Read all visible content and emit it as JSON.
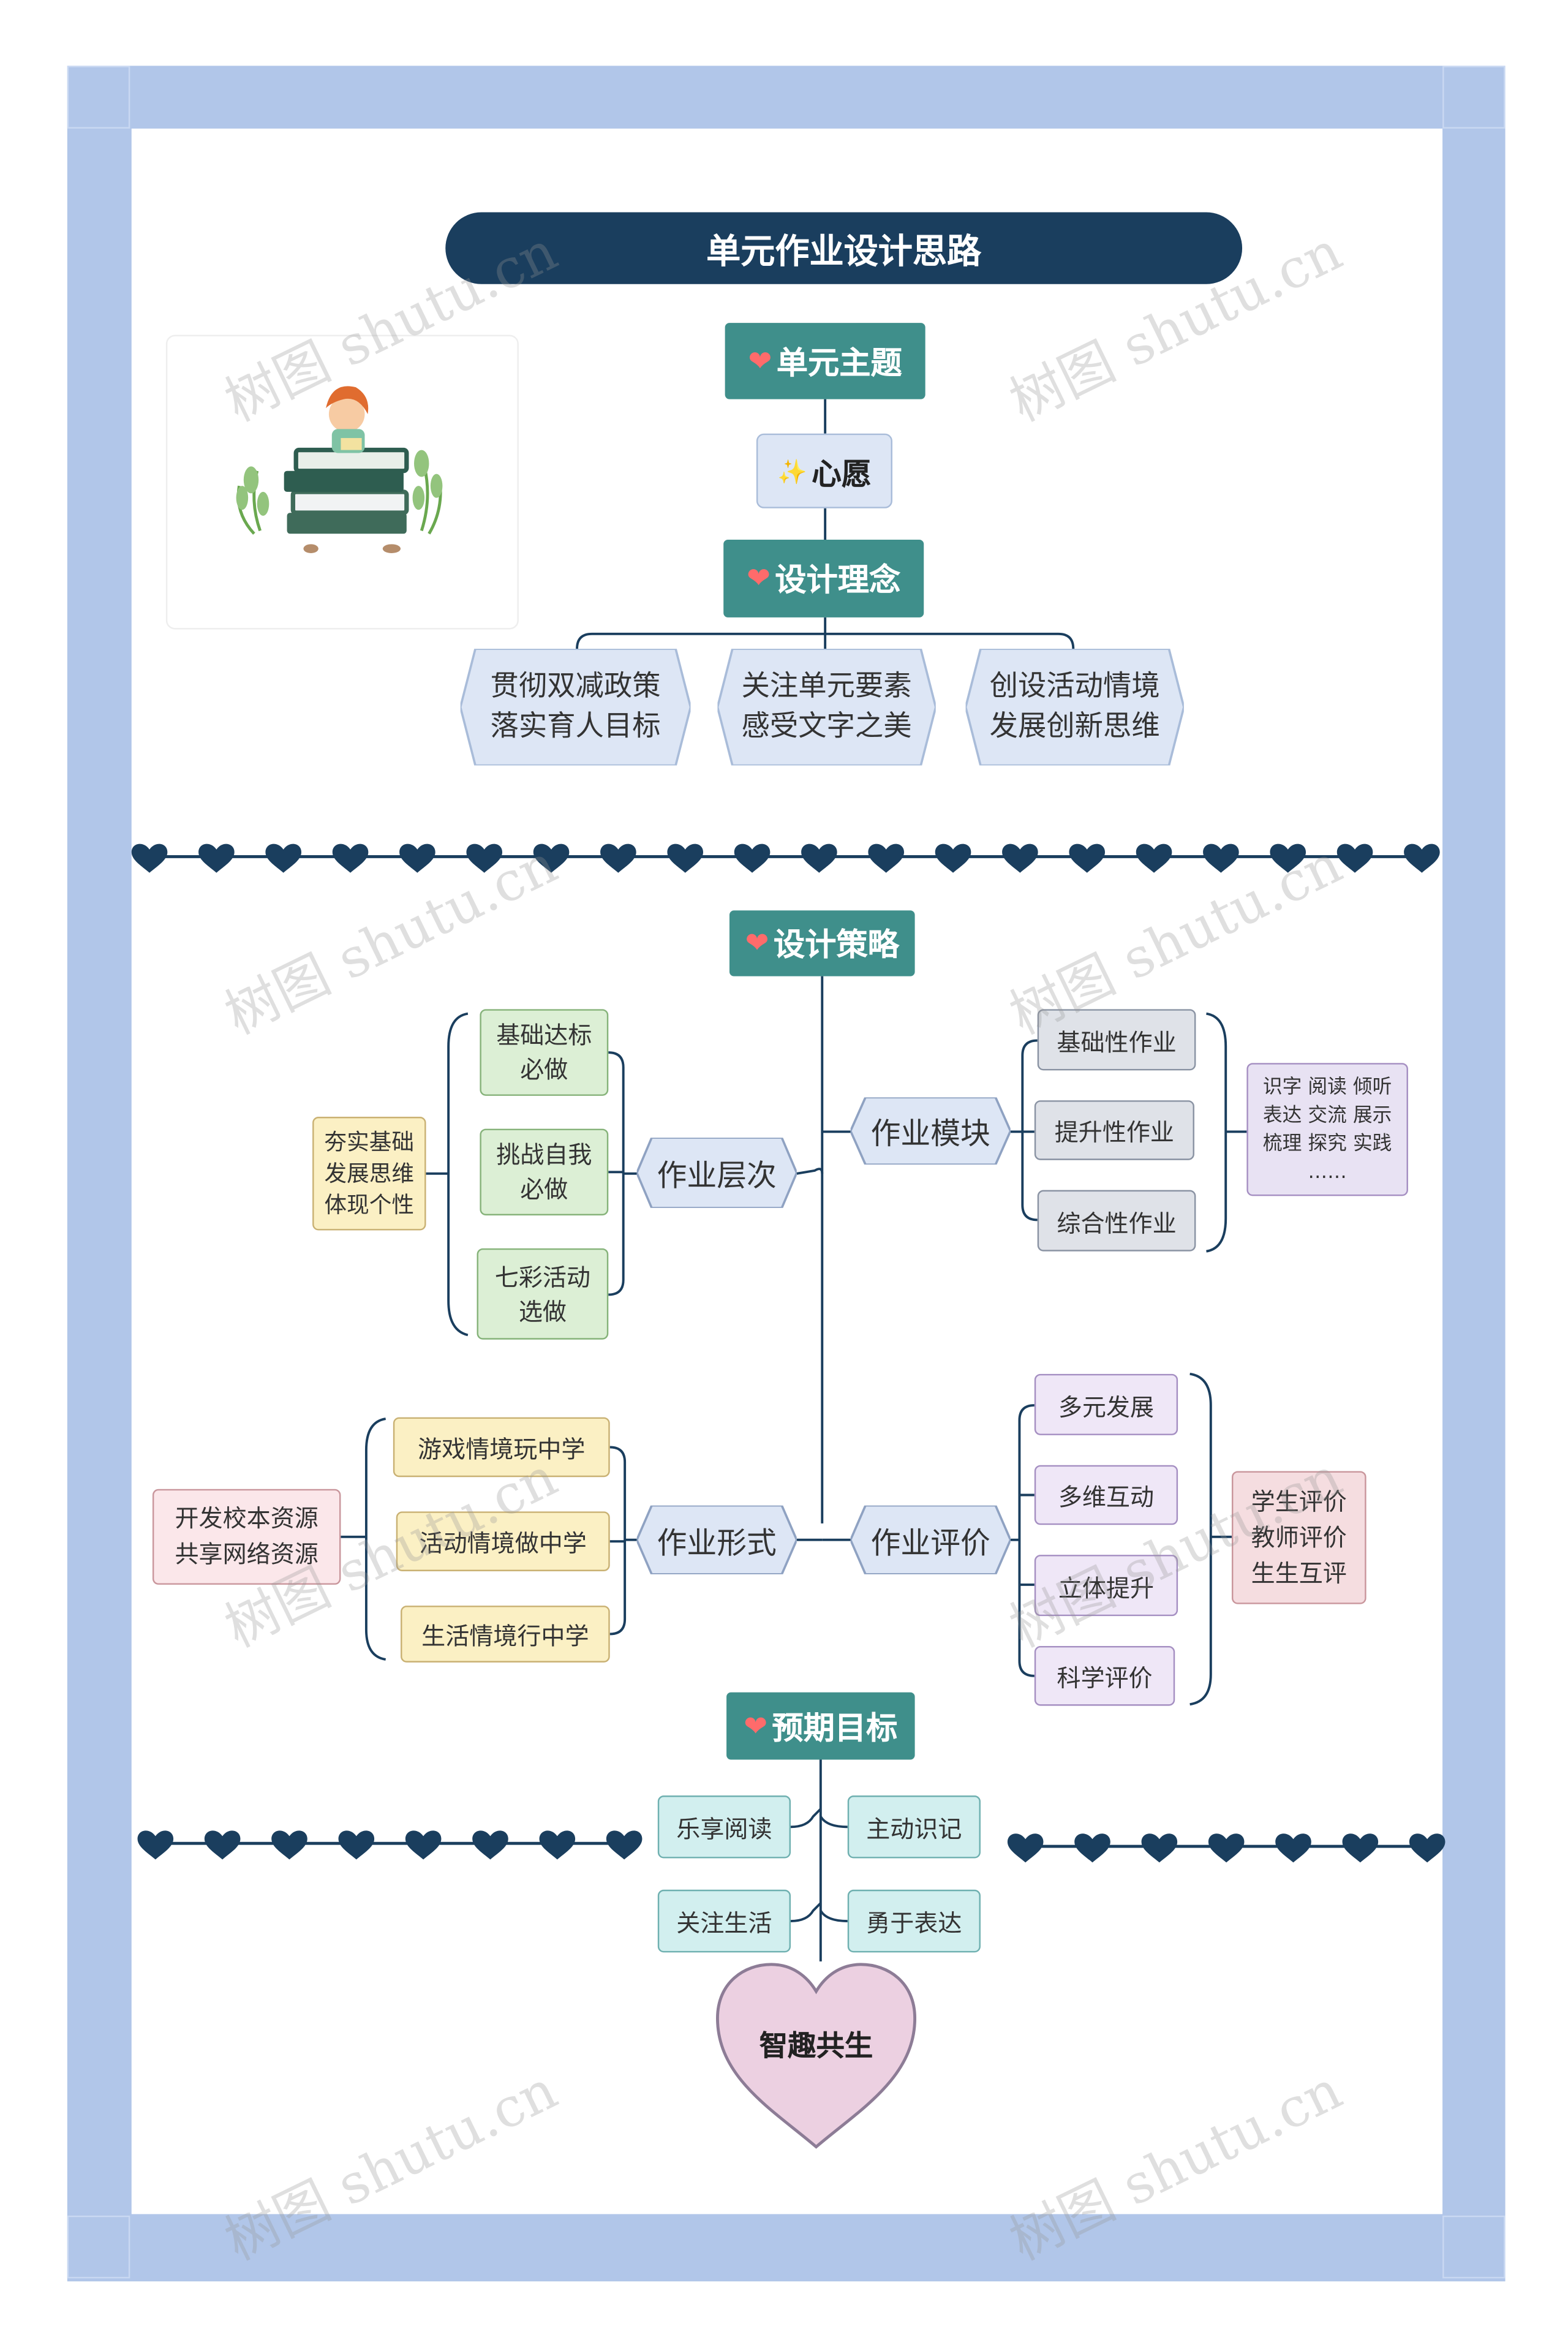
{
  "title": "单元作业设计思路",
  "theme": {
    "heading": "单元主题",
    "value": "心愿"
  },
  "concept": {
    "heading": "设计理念",
    "items": [
      "贯彻双减政策\n落实育人目标",
      "关注单元要素\n感受文字之美",
      "创设活动情境\n发展创新思维"
    ]
  },
  "strategy": {
    "heading": "设计策略",
    "levels": {
      "label": "作业层次",
      "items": [
        "基础达标\n必做",
        "挑战自我\n必做",
        "七彩活动\n选做"
      ],
      "summary": "夯实基础\n发展思维\n体现个性"
    },
    "modules": {
      "label": "作业模块",
      "items": [
        "基础性作业",
        "提升性作业",
        "综合性作业"
      ],
      "summary": "识字 阅读 倾听\n表达 交流 展示\n梳理 探究 实践\n……"
    },
    "forms": {
      "label": "作业形式",
      "items": [
        "游戏情境玩中学",
        "活动情境做中学",
        "生活情境行中学"
      ],
      "summary": "开发校本资源\n共享网络资源"
    },
    "evaluation": {
      "label": "作业评价",
      "items": [
        "多元发展",
        "多维互动",
        "立体提升",
        "科学评价"
      ],
      "summary": "学生评价\n教师评价\n生生互评"
    }
  },
  "goals": {
    "heading": "预期目标",
    "items": [
      "乐享阅读",
      "主动识记",
      "关注生活",
      "勇于表达"
    ],
    "center": "智趣共生"
  },
  "watermark": "树图 shutu.cn",
  "colors": {
    "navy": "#1a3e5e",
    "teal": "#3f8f8b",
    "frame": "#b1c6e9",
    "heart": "#1a3e5e"
  }
}
